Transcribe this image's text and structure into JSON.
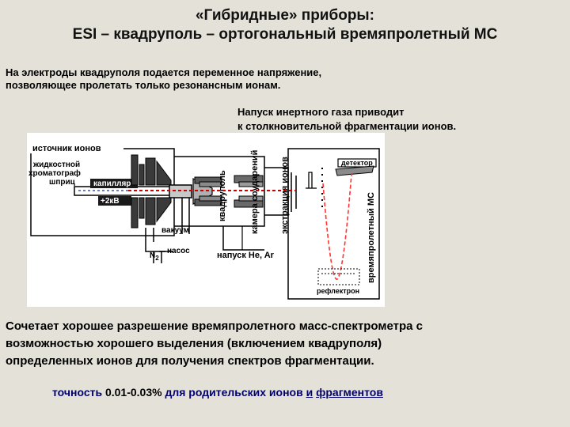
{
  "slide": {
    "title_line1": "«Гибридные» приборы:",
    "title_line2": "ESI – квадруполь – ортогональный времяпролетный МС",
    "intro_line1": "На электроды квадруполя подается переменное напряжение,",
    "intro_line2": "позволяющее пролетать только резонансным ионам.",
    "gas_note_line1": "Напуск инертного газа приводит",
    "gas_note_line2": "к столкновительной фрагментации ионов.",
    "summary_line1": "Сочетает хорошее разрешение времяпролетного масс-спектрометра с",
    "summary_line2": "возможностью хорошего выделения (включением квадруполя)",
    "summary_line3": "определенных ионов для получения спектров фрагментации.",
    "accuracy_prefix": "точность ",
    "accuracy_value": "0.01-0.03%",
    "accuracy_mid": " для родительских ионов ",
    "accuracy_and": "и",
    "accuracy_end": "фрагментов"
  },
  "diagram": {
    "ion_source": "источник ионов",
    "lc_line1": "жидкостной",
    "lc_line2": "хроматограф",
    "syringe": "шприц",
    "capillary": "капилляр",
    "voltage": "+2кВ",
    "vacuum": "вакуум",
    "n2_label": "N",
    "n2_sub": "2",
    "pump": "насос",
    "quadrupole": "квадруполь",
    "collision_cell": "камера соударений",
    "ion_extraction": "экстракция ионов",
    "detector": "детектор",
    "tof_ms": "времяпролетный МС",
    "gas_inlet": "напуск He, Ar",
    "reflectron": "рефлектрон"
  },
  "colors": {
    "background": "#e4e2d8",
    "ion_beam": "#cc0000",
    "ion_flight_path": "#ff3333",
    "label_box": "#ffffff",
    "accuracy_text": "#00006e"
  }
}
